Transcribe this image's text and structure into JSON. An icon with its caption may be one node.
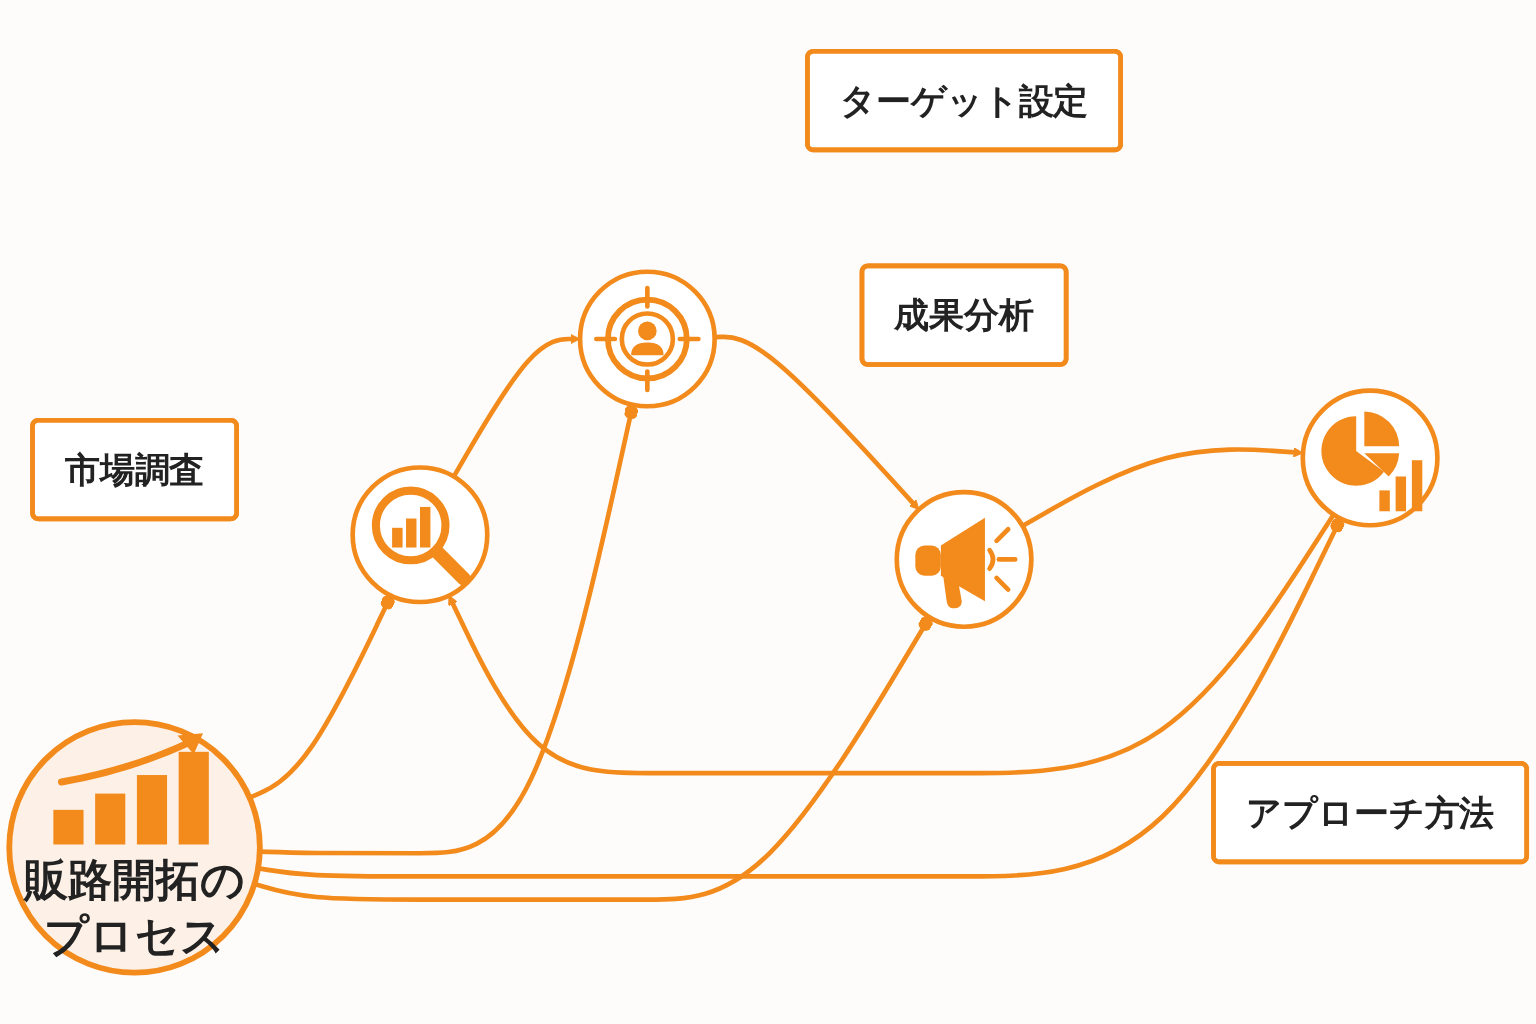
{
  "diagram": {
    "nodes": [
      {
        "text": [
          "市場調査"
        ]
      },
      {
        "text": [],
        "shape": "circle"
      },
      {
        "text": [],
        "shape": "circle"
      },
      {
        "text": [
          "ターゲット設定"
        ]
      },
      {
        "text": [
          "販路開拓のプロセス"
        ]
      },
      {
        "text": [
          "成果分析"
        ]
      },
      {
        "text": [],
        "shape": "circle"
      },
      {
        "text": [],
        "shape": "circle"
      },
      {
        "text": [
          "アプローチ方法"
        ]
      }
    ],
    "edges": [
      {
        "from": 1,
        "to": 2,
        "arrow": "to"
      },
      {
        "from": 2,
        "to": 7,
        "arrow": "to"
      },
      {
        "from": 7,
        "to": 6,
        "arrow": "to"
      },
      {
        "from": 6,
        "to": 1,
        "arrow": "to"
      },
      {
        "from": 4,
        "to": 1,
        "arrow": "other"
      },
      {
        "from": 4,
        "to": 2,
        "arrow": "other"
      },
      {
        "from": 4,
        "to": 6,
        "arrow": "other"
      },
      {
        "from": 4,
        "to": 7,
        "arrow": "other"
      }
    ]
  }
}
